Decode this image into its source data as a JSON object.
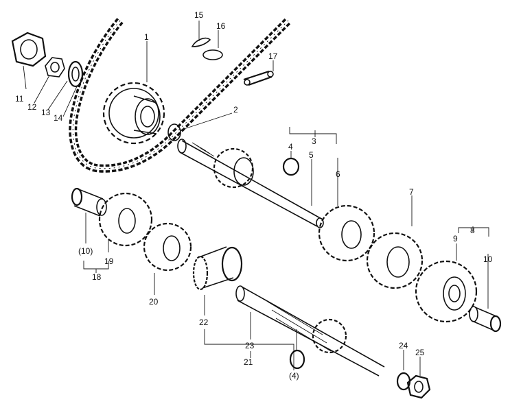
{
  "diagram": {
    "labels": {
      "l1": "1",
      "l2": "2",
      "l3": "3",
      "l4a": "4",
      "l4b": "(4)",
      "l5": "5",
      "l6": "6",
      "l7": "7",
      "l8": "8",
      "l9": "9",
      "l10": "10",
      "l10b": "(10)",
      "l11": "11",
      "l12": "12",
      "l13": "13",
      "l14": "14",
      "l15": "15",
      "l16": "16",
      "l17": "17",
      "l18": "18",
      "l19": "19",
      "l20": "20",
      "l21": "21",
      "l22": "22",
      "l23": "23",
      "l24": "24",
      "l25": "25"
    }
  }
}
